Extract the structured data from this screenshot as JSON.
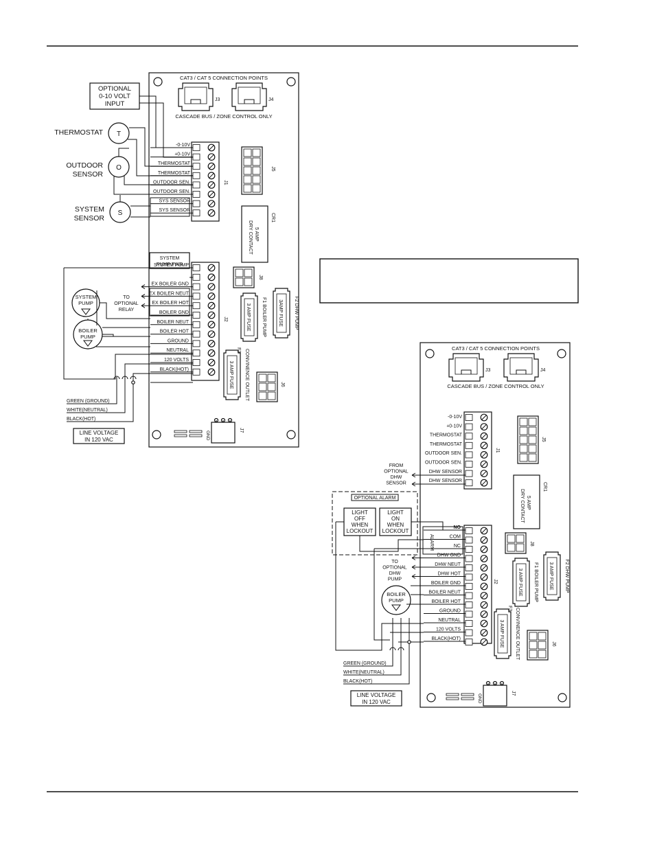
{
  "diagram1": {
    "board": {
      "connection_points": "CAT3 / CAT 5 CONNECTION POINTS",
      "j3": "J3",
      "j4": "J4",
      "cascade": "CASCADE BUS / ZONE CONTROL ONLY",
      "j5": "J5",
      "j1": "J1",
      "cr1": "CR1",
      "cr1_line1": "5 AMP",
      "cr1_line2": "DRY CONTACT",
      "j8": "J8",
      "j2": "J2",
      "f1_title": "F1 BOILER PUMP",
      "f1_fuse": "3 AMP FUSE",
      "f2_title": "F2 DHW PUMP",
      "f2_fuse": "3AMP FUSE",
      "f3": "F3",
      "f3_fuse": "3 AMP FUSE",
      "outlet": "CONVINENCE OUTLET",
      "j6": "J6",
      "gnd": "GND",
      "j7": "J7"
    },
    "optional_input": [
      "OPTIONAL",
      "0-10 VOLT",
      "INPUT"
    ],
    "thermostat": {
      "label": "THERMOSTAT",
      "symbol": "T"
    },
    "outdoor_sensor": {
      "label1": "OUTDOOR",
      "label2": "SENSOR",
      "symbol": "O"
    },
    "system_sensor": {
      "label1": "SYSTEM",
      "label2": "SENSOR",
      "symbol": "S"
    },
    "j1_terminals": [
      "-0-10V",
      "+0-10V",
      "THERMOSTAT",
      "THERMOSTAT",
      "OUTDOOR SEN.",
      "OUTDOOR SEN.",
      "SYS SENSOR",
      "SYS SENSOR"
    ],
    "system_pump_pwr": [
      "SYSTEM",
      "PUMP PWR"
    ],
    "j2_terminals": [
      "SYSTEM PUMP",
      "",
      "EX BOILER GND",
      "EX BOILER NEUT",
      "EX BOILER HOT",
      "BOILER GND",
      "BOILER NEUT",
      "BOILER HOT",
      "GROUND",
      "NEUTRAL",
      "120 VOLTS",
      "BLACK(HOT)"
    ],
    "system_pump": [
      "SYSTEM",
      "PUMP"
    ],
    "boiler_pump": [
      "BOILER",
      "PUMP"
    ],
    "optional_relay": [
      "TO",
      "OPTIONAL",
      "RELAY"
    ],
    "wires": [
      "GREEN (GROUND)",
      "WHITE(NEUTRAL)",
      "BLACK(HOT)"
    ],
    "line_voltage": [
      "LINE VOLTAGE",
      "IN 120 VAC"
    ]
  },
  "diagram2": {
    "board": {
      "connection_points": "CAT3 / CAT 5 CONNECTION POINTS",
      "j3": "J3",
      "j4": "J4",
      "cascade": "CASCADE BUS / ZONE CONTROL ONLY",
      "j5": "J5",
      "j1": "J1",
      "cr1": "CR1",
      "cr1_line1": "5 AMP",
      "cr1_line2": "DRY CONTACT",
      "j8": "J8",
      "j2": "J2",
      "f1_title": "F1 BOILER PUMP",
      "f1_fuse": "3 AMP FUSE",
      "f2_title": "F2 DHW PUMP",
      "f2_fuse": "3 AMP FUSE",
      "f3": "F3",
      "f3_fuse": "3 AMP FUSE",
      "outlet": "CONVINENCE OUTLET",
      "j6": "J6",
      "gnd": "GND",
      "j7": "J7"
    },
    "j1_terminals": [
      "-0-10V",
      "+0-10V",
      "THERMOSTAT",
      "THERMOSTAT",
      "OUTDOOR SEN.",
      "OUTDOOR SEN.",
      "DHW SENSOR",
      "DHW SENSOR"
    ],
    "dhw_sensor": [
      "FROM",
      "OPTIONAL",
      "DHW",
      "SENSOR"
    ],
    "optional_alarm": "OPTIONAL ALARM",
    "light_off": [
      "LIGHT",
      "OFF",
      "WHEN",
      "LOCKOUT"
    ],
    "light_on": [
      "LIGHT",
      "ON",
      "WHEN",
      "LOCKOUT"
    ],
    "alarm": "ALARM",
    "j2_terminals": [
      "NO",
      "COM",
      "NC",
      "DHW GND",
      "DHW NEUT",
      "DHW HOT",
      "BOILER GND",
      "BOILER NEUT",
      "BOILER HOT",
      "GROUND",
      "NEUTRAL",
      "120 VOLTS",
      "BLACK(HOT)"
    ],
    "dhw_pump": [
      "TO",
      "OPTIONAL",
      "DHW",
      "PUMP"
    ],
    "boiler_pump": [
      "BOILER",
      "PUMP"
    ],
    "wires": [
      "GREEN (GROUND)",
      "WHITE(NEUTRAL)",
      "BLACK(HOT)"
    ],
    "line_voltage": [
      "LINE VOLTAGE",
      "IN 120 VAC"
    ]
  }
}
